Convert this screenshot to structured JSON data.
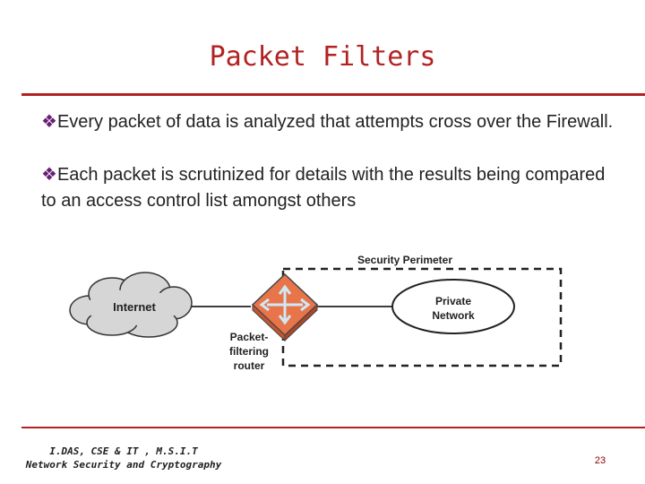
{
  "slide": {
    "title": "Packet Filters",
    "bullet_marker": "❖",
    "bullets": [
      "Every packet of data is analyzed that attempts cross over the Firewall.",
      "Each packet is scrutinized for details with the results being compared to an access control list amongst others"
    ]
  },
  "diagram": {
    "perimeter_label": "Security Perimeter",
    "internet_label": "Internet",
    "router_label": [
      "Packet-",
      "filtering",
      "router"
    ],
    "private_label": [
      "Private",
      "Network"
    ]
  },
  "footer": {
    "line1": "I.DAS, CSE & IT , M.S.I.T",
    "line2": "Network Security and Cryptography",
    "page_number": "23"
  },
  "colors": {
    "title": "#b22222",
    "bullet_marker": "#6a1f76",
    "router": "#e8754a",
    "cloud": "#d6d6d6"
  }
}
